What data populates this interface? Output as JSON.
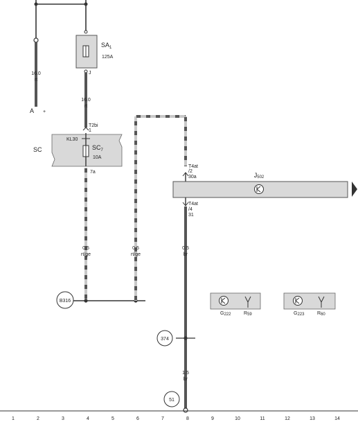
{
  "colors": {
    "line": "#333333",
    "box_fill": "#d9d9d9",
    "box_stroke": "#555555",
    "dash_light": "#c8c8c8",
    "wire_dark": "#555555"
  },
  "battery": {
    "terminal_label": "A",
    "plus_sign": "+",
    "wire_size": "16.0",
    "wire_color": "rt"
  },
  "fuse_sa1": {
    "name": "SA",
    "subscript": "1",
    "rating": "125A",
    "pin": "J"
  },
  "wire_after_sa1": {
    "size": "16.0",
    "color": "rt"
  },
  "sc": {
    "label": "SC",
    "connector": "T2bi",
    "connector_pin": "1",
    "kl": "KL30",
    "fuse_name": "SC",
    "fuse_sub": "7",
    "rating": "10A",
    "out_pin": "7a"
  },
  "wires": [
    {
      "size": "0.5",
      "color": "rt/ge"
    },
    {
      "size": "0.5",
      "color": "rt/ge"
    },
    {
      "size": "0.5",
      "color": "br"
    },
    {
      "size": "1.5",
      "color": "br"
    }
  ],
  "j502": {
    "name": "J",
    "subscript": "502",
    "top_connector": "T4at",
    "top_pin": "/2",
    "top_terminal": "30a",
    "bottom_connector": "T4at",
    "bottom_pin": "/4",
    "bottom_terminal": "31"
  },
  "sensors": [
    {
      "sensor_name": "G",
      "sensor_sub": "222",
      "antenna_name": "R",
      "antenna_sub": "59"
    },
    {
      "sensor_name": "G",
      "sensor_sub": "223",
      "antenna_name": "R",
      "antenna_sub": "60"
    }
  ],
  "ground_points": {
    "b316": "B316",
    "p374": "374",
    "p51": "51"
  },
  "scale": [
    "1",
    "2",
    "3",
    "4",
    "5",
    "6",
    "7",
    "8",
    "9",
    "10",
    "11",
    "12",
    "13",
    "14"
  ]
}
